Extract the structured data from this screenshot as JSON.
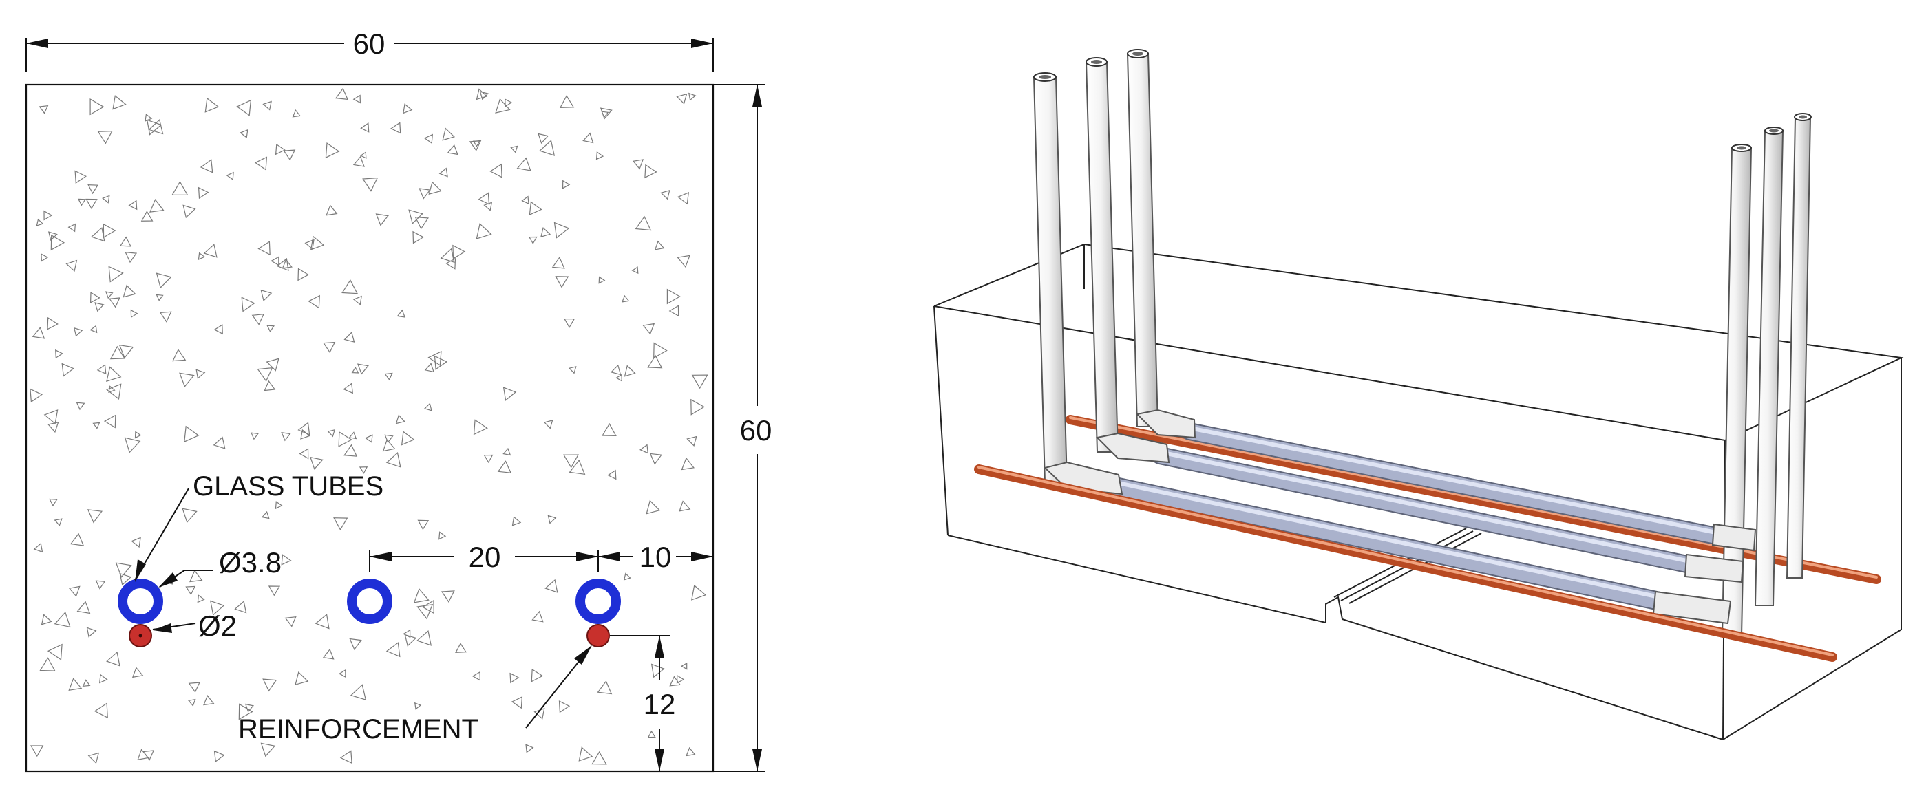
{
  "section": {
    "width_label": "60",
    "height_label": "60",
    "spacing_label": "20",
    "edge_label": "10",
    "cover_label": "12",
    "tube_diameter_label": "Ø3.8",
    "rebar_diameter_label": "Ø2",
    "tubes_label": "GLASS TUBES",
    "rebar_label": "REINFORCEMENT"
  },
  "colors": {
    "tube": "#1e2fd6",
    "rebar": "#c8302c",
    "rod3d": "#d9693c",
    "tube3d": "#aab2cc",
    "line": "#111111",
    "speckle": "#7a7a7a"
  }
}
